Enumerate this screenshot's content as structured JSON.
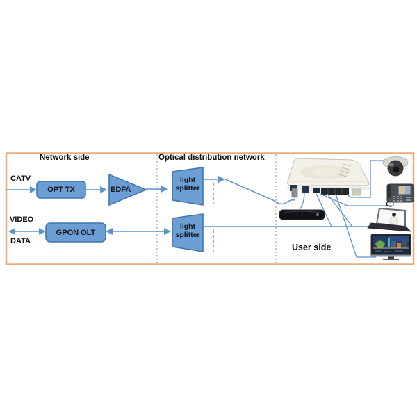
{
  "theme": {
    "box_fill": "#6B9FD4",
    "box_stroke": "#4077B2",
    "wire": "#5D94CE",
    "frame": "#E9AB7A",
    "separator": "#8f8f8f",
    "label": "#111111"
  },
  "sections": {
    "network_side": "Network side",
    "optical_distribution_network": "Optical distribution network",
    "user_side": "User side"
  },
  "signal_labels": {
    "catv": "CATV",
    "video": "VIDEO",
    "data": "DATA"
  },
  "nodes": {
    "opt_tx": "OPT TX",
    "edfa": "EDFA",
    "gpon_olt": "GPON OLT",
    "splitter_top": "light splitter",
    "splitter_bottom": "light splitter"
  },
  "device_icons": {
    "ont": "ont-device-icon",
    "stb": "set-top-box-icon",
    "camera": "dome-camera-icon",
    "phone": "ip-videophone-icon",
    "laptop": "laptop-icon",
    "tv": "television-icon"
  }
}
